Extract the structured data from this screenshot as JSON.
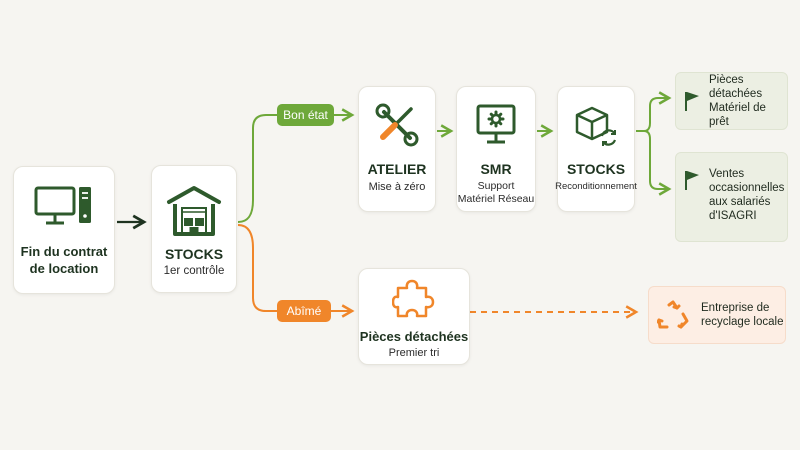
{
  "colors": {
    "dark_green": "#2e5a2c",
    "light_green": "#6ea83a",
    "orange": "#f0862a",
    "background": "#f6f5f1"
  },
  "nodes": {
    "end_contract": {
      "icon": "desktop-computer-icon",
      "title_line1": "Fin du contrat",
      "title_line2": "de location"
    },
    "stocks_first": {
      "icon": "warehouse-icon",
      "title": "STOCKS",
      "subtitle": "1er contrôle"
    },
    "atelier": {
      "icon": "wrench-screwdriver-icon",
      "title": "ATELIER",
      "subtitle": "Mise à zéro"
    },
    "smr": {
      "icon": "monitor-gear-icon",
      "title": "SMR",
      "subtitle_line1": "Support",
      "subtitle_line2": "Matériel Réseau"
    },
    "stocks_recond": {
      "icon": "box-refresh-icon",
      "title": "STOCKS",
      "subtitle": "Reconditionnement"
    },
    "spare_parts": {
      "icon": "puzzle-piece-icon",
      "title": "Pièces détachées",
      "subtitle": "Premier tri"
    }
  },
  "branches": {
    "good": "Bon état",
    "damaged": "Abîmé"
  },
  "destinations": {
    "loan": {
      "icon": "flag-icon",
      "line1": "Pièces détachées",
      "line2": "Matériel de prêt"
    },
    "sales": {
      "icon": "flag-icon",
      "line1": "Ventes",
      "line2": "occasionnelles",
      "line3": "aux salariés",
      "line4": "d'ISAGRI"
    },
    "recycling": {
      "icon": "recycle-icon",
      "line1": "Entreprise de",
      "line2": "recyclage locale"
    }
  }
}
